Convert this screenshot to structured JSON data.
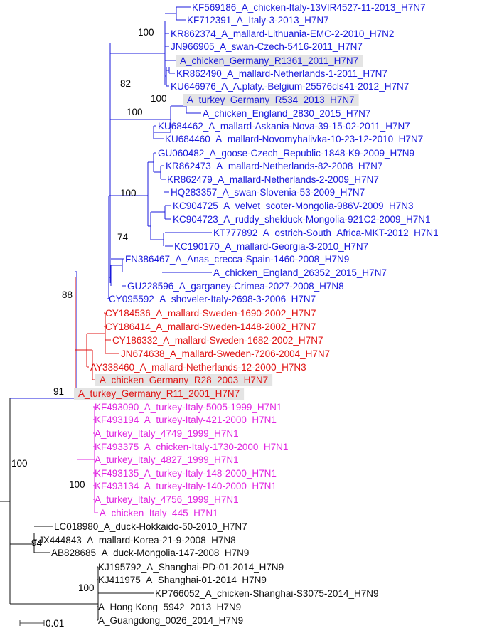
{
  "colors": {
    "blue": "#1a1adc",
    "red": "#e01414",
    "magenta": "#e024e0",
    "black": "#111111",
    "highlight": "#e4e4e4"
  },
  "leaves": [
    {
      "label": "KF569186_A_chicken-Italy-13VIR4527-11-2013_H7N7",
      "clade": "blue"
    },
    {
      "label": "KF712391_A_Italy-3-2013_H7N7",
      "clade": "blue"
    },
    {
      "label": "KR862374_A_mallard-Lithuania-EMC-2-2010_H7N2",
      "clade": "blue"
    },
    {
      "label": "JN966905_A_swan-Czech-5416-2011_H7N7",
      "clade": "blue"
    },
    {
      "label": "A_chicken_Germany_R1361_2011_H7N7",
      "clade": "blue",
      "highlight": true
    },
    {
      "label": "KR862490_A_mallard-Netherlands-1-2011_H7N7",
      "clade": "blue"
    },
    {
      "label": "KU646976_A_A.platy.-Belgium-25576cls41-2012_H7N7",
      "clade": "blue"
    },
    {
      "label": "A_turkey_Germany_R534_2013_H7N7",
      "clade": "blue",
      "highlight": true
    },
    {
      "label": "A_chicken_England_2830_2015_H7N7",
      "clade": "blue"
    },
    {
      "label": "KU684462_A_mallard-Askania-Nova-39-15-02-2011_H7N7",
      "clade": "blue"
    },
    {
      "label": "KU684460_A_mallard-Novomyhalivka-10-23-12-2010_H7N7",
      "clade": "blue"
    },
    {
      "label": "GU060482_A_goose-Czech_Republic-1848-K9-2009_H7N9",
      "clade": "blue"
    },
    {
      "label": "KR862473_A_mallard-Netherlands-82-2008_H7N7",
      "clade": "blue"
    },
    {
      "label": "KR862479_A_mallard-Netherlands-2-2009_H7N7",
      "clade": "blue"
    },
    {
      "label": "HQ283357_A_swan-Slovenia-53-2009_H7N7",
      "clade": "blue"
    },
    {
      "label": "KC904725_A_velvet_scoter-Mongolia-986V-2009_H7N3",
      "clade": "blue"
    },
    {
      "label": "KC904723_A_ruddy_shelduck-Mongolia-921C2-2009_H7N1",
      "clade": "blue"
    },
    {
      "label": "KT777892_A_ostrich-South_Africa-MKT-2012_H7N1",
      "clade": "blue"
    },
    {
      "label": "KC190170_A_mallard-Georgia-3-2010_H7N7",
      "clade": "blue"
    },
    {
      "label": "FN386467_A_Anas_crecca-Spain-1460-2008_H7N9",
      "clade": "blue"
    },
    {
      "label": "A_chicken_England_26352_2015_H7N7",
      "clade": "blue"
    },
    {
      "label": "GU228596_A_garganey-Crimea-2027-2008_H7N8",
      "clade": "blue"
    },
    {
      "label": "CY095592_A_shoveler-Italy-2698-3-2006_H7N7",
      "clade": "blue"
    },
    {
      "label": "CY184536_A_mallard-Sweden-1690-2002_H7N7",
      "clade": "red"
    },
    {
      "label": "CY186414_A_mallard-Sweden-1448-2002_H7N7",
      "clade": "red"
    },
    {
      "label": "CY186332_A_mallard-Sweden-1682-2002_H7N7",
      "clade": "red"
    },
    {
      "label": "JN674638_A_mallard-Sweden-7206-2004_H7N7",
      "clade": "red"
    },
    {
      "label": "AY338460_A_mallard-Netherlands-12-2000_H7N3",
      "clade": "red"
    },
    {
      "label": "A_chicken_Germany_R28_2003_H7N7",
      "clade": "red",
      "highlight": true
    },
    {
      "label": "A_turkey_Germany_R11_2001_H7N7",
      "clade": "red",
      "highlight": true
    },
    {
      "label": "KF493090_A_turkey-Italy-5005-1999_H7N1",
      "clade": "magenta"
    },
    {
      "label": "KF493194_A_turkey-Italy-421-2000_H7N1",
      "clade": "magenta"
    },
    {
      "label": "A_turkey_Italy_4749_1999_H7N1",
      "clade": "magenta"
    },
    {
      "label": "KF493375_A_chicken-Italy-1730-2000_H7N1",
      "clade": "magenta"
    },
    {
      "label": "A_turkey_Italy_4827_1999_H7N1",
      "clade": "magenta"
    },
    {
      "label": "KF493135_A_turkey-Italy-148-2000_H7N1",
      "clade": "magenta"
    },
    {
      "label": "KF493134_A_turkey-Italy-140-2000_H7N1",
      "clade": "magenta"
    },
    {
      "label": "A_turkey_Italy_4756_1999_H7N1",
      "clade": "magenta"
    },
    {
      "label": "A_chicken_Italy_445_H7N1",
      "clade": "magenta"
    },
    {
      "label": "LC018980_A_duck-Hokkaido-50-2010_H7N7",
      "clade": "black"
    },
    {
      "label": "JX444843_A_mallard-Korea-21-9-2008_H7N8",
      "clade": "black"
    },
    {
      "label": "AB828685_A_duck-Mongolia-147-2008_H7N9",
      "clade": "black"
    },
    {
      "label": "KJ195792_A_Shanghai-PD-01-2014_H7N9",
      "clade": "black"
    },
    {
      "label": "KJ411975_A_Shanghai-01-2014_H7N9",
      "clade": "black"
    },
    {
      "label": "KP766052_A_chicken-Shanghai-S3075-2014_H7N9",
      "clade": "black"
    },
    {
      "label": "A_Hong Kong_5942_2013_H7N9",
      "clade": "black"
    },
    {
      "label": "A_Guangdong_0026_2014_H7N9",
      "clade": "black"
    }
  ],
  "bootstrap": [
    "100",
    "82",
    "100",
    "100",
    "100",
    "74",
    "88",
    "91",
    "100",
    "100",
    "94",
    "100"
  ],
  "scale_bar": {
    "label": "0.01"
  }
}
